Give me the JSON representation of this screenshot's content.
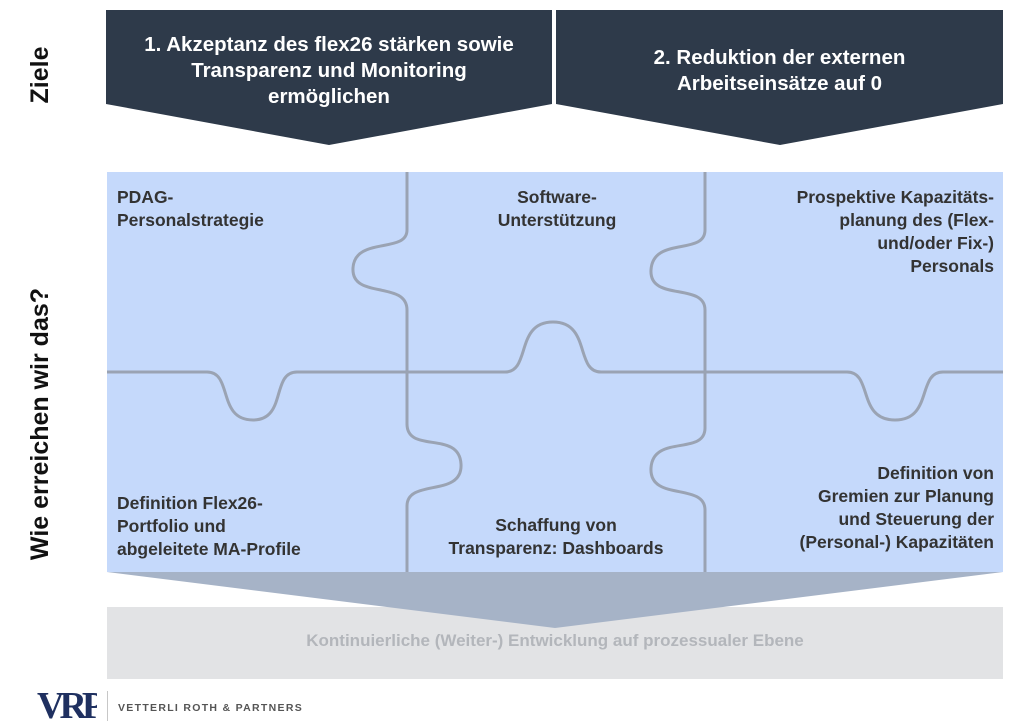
{
  "labels": {
    "goals_vertical": "Ziele",
    "how_vertical": "Wie erreichen wir das?"
  },
  "goals": [
    {
      "line1": "1. Akzeptanz des flex26 stärken sowie",
      "line2": "Transparenz und Monitoring",
      "line3": "ermöglichen"
    },
    {
      "line1": "2. Reduktion der externen",
      "line2": "Arbeitseinsätze auf 0"
    }
  ],
  "pieces": {
    "p1": {
      "line1": "PDAG-",
      "line2": "Personalstrategie"
    },
    "p2": {
      "line1": "Software-",
      "line2": "Unterstützung"
    },
    "p3": {
      "line1": "Prospektive Kapazitäts-",
      "line2": "planung des (Flex-",
      "line3": "und/oder Fix-)",
      "line4": "Personals"
    },
    "p4": {
      "line1": "Definition Flex26-",
      "line2": "Portfolio und",
      "line3": "abgeleitete MA-Profile"
    },
    "p5": {
      "line1": "Schaffung von",
      "line2": "Transparenz: Dashboards"
    },
    "p6": {
      "line1": "Definition von",
      "line2": "Gremien zur Planung",
      "line3": "und Steuerung der",
      "line4": "(Personal-) Kapazitäten"
    }
  },
  "foundation": {
    "label": "Kontinuierliche (Weiter-) Entwicklung auf prozessualer Ebene"
  },
  "logo": {
    "monogram": "VRP",
    "company": "VETTERLI ROTH & PARTNERS"
  },
  "colors": {
    "banner": "#2e3a4a",
    "puzzle_fill": "#c5d9fb",
    "puzzle_lines": "#9aa3b3",
    "foundation": "#e2e3e5",
    "foundation_text": "#b3b6bb",
    "logo": "#1f3060"
  }
}
